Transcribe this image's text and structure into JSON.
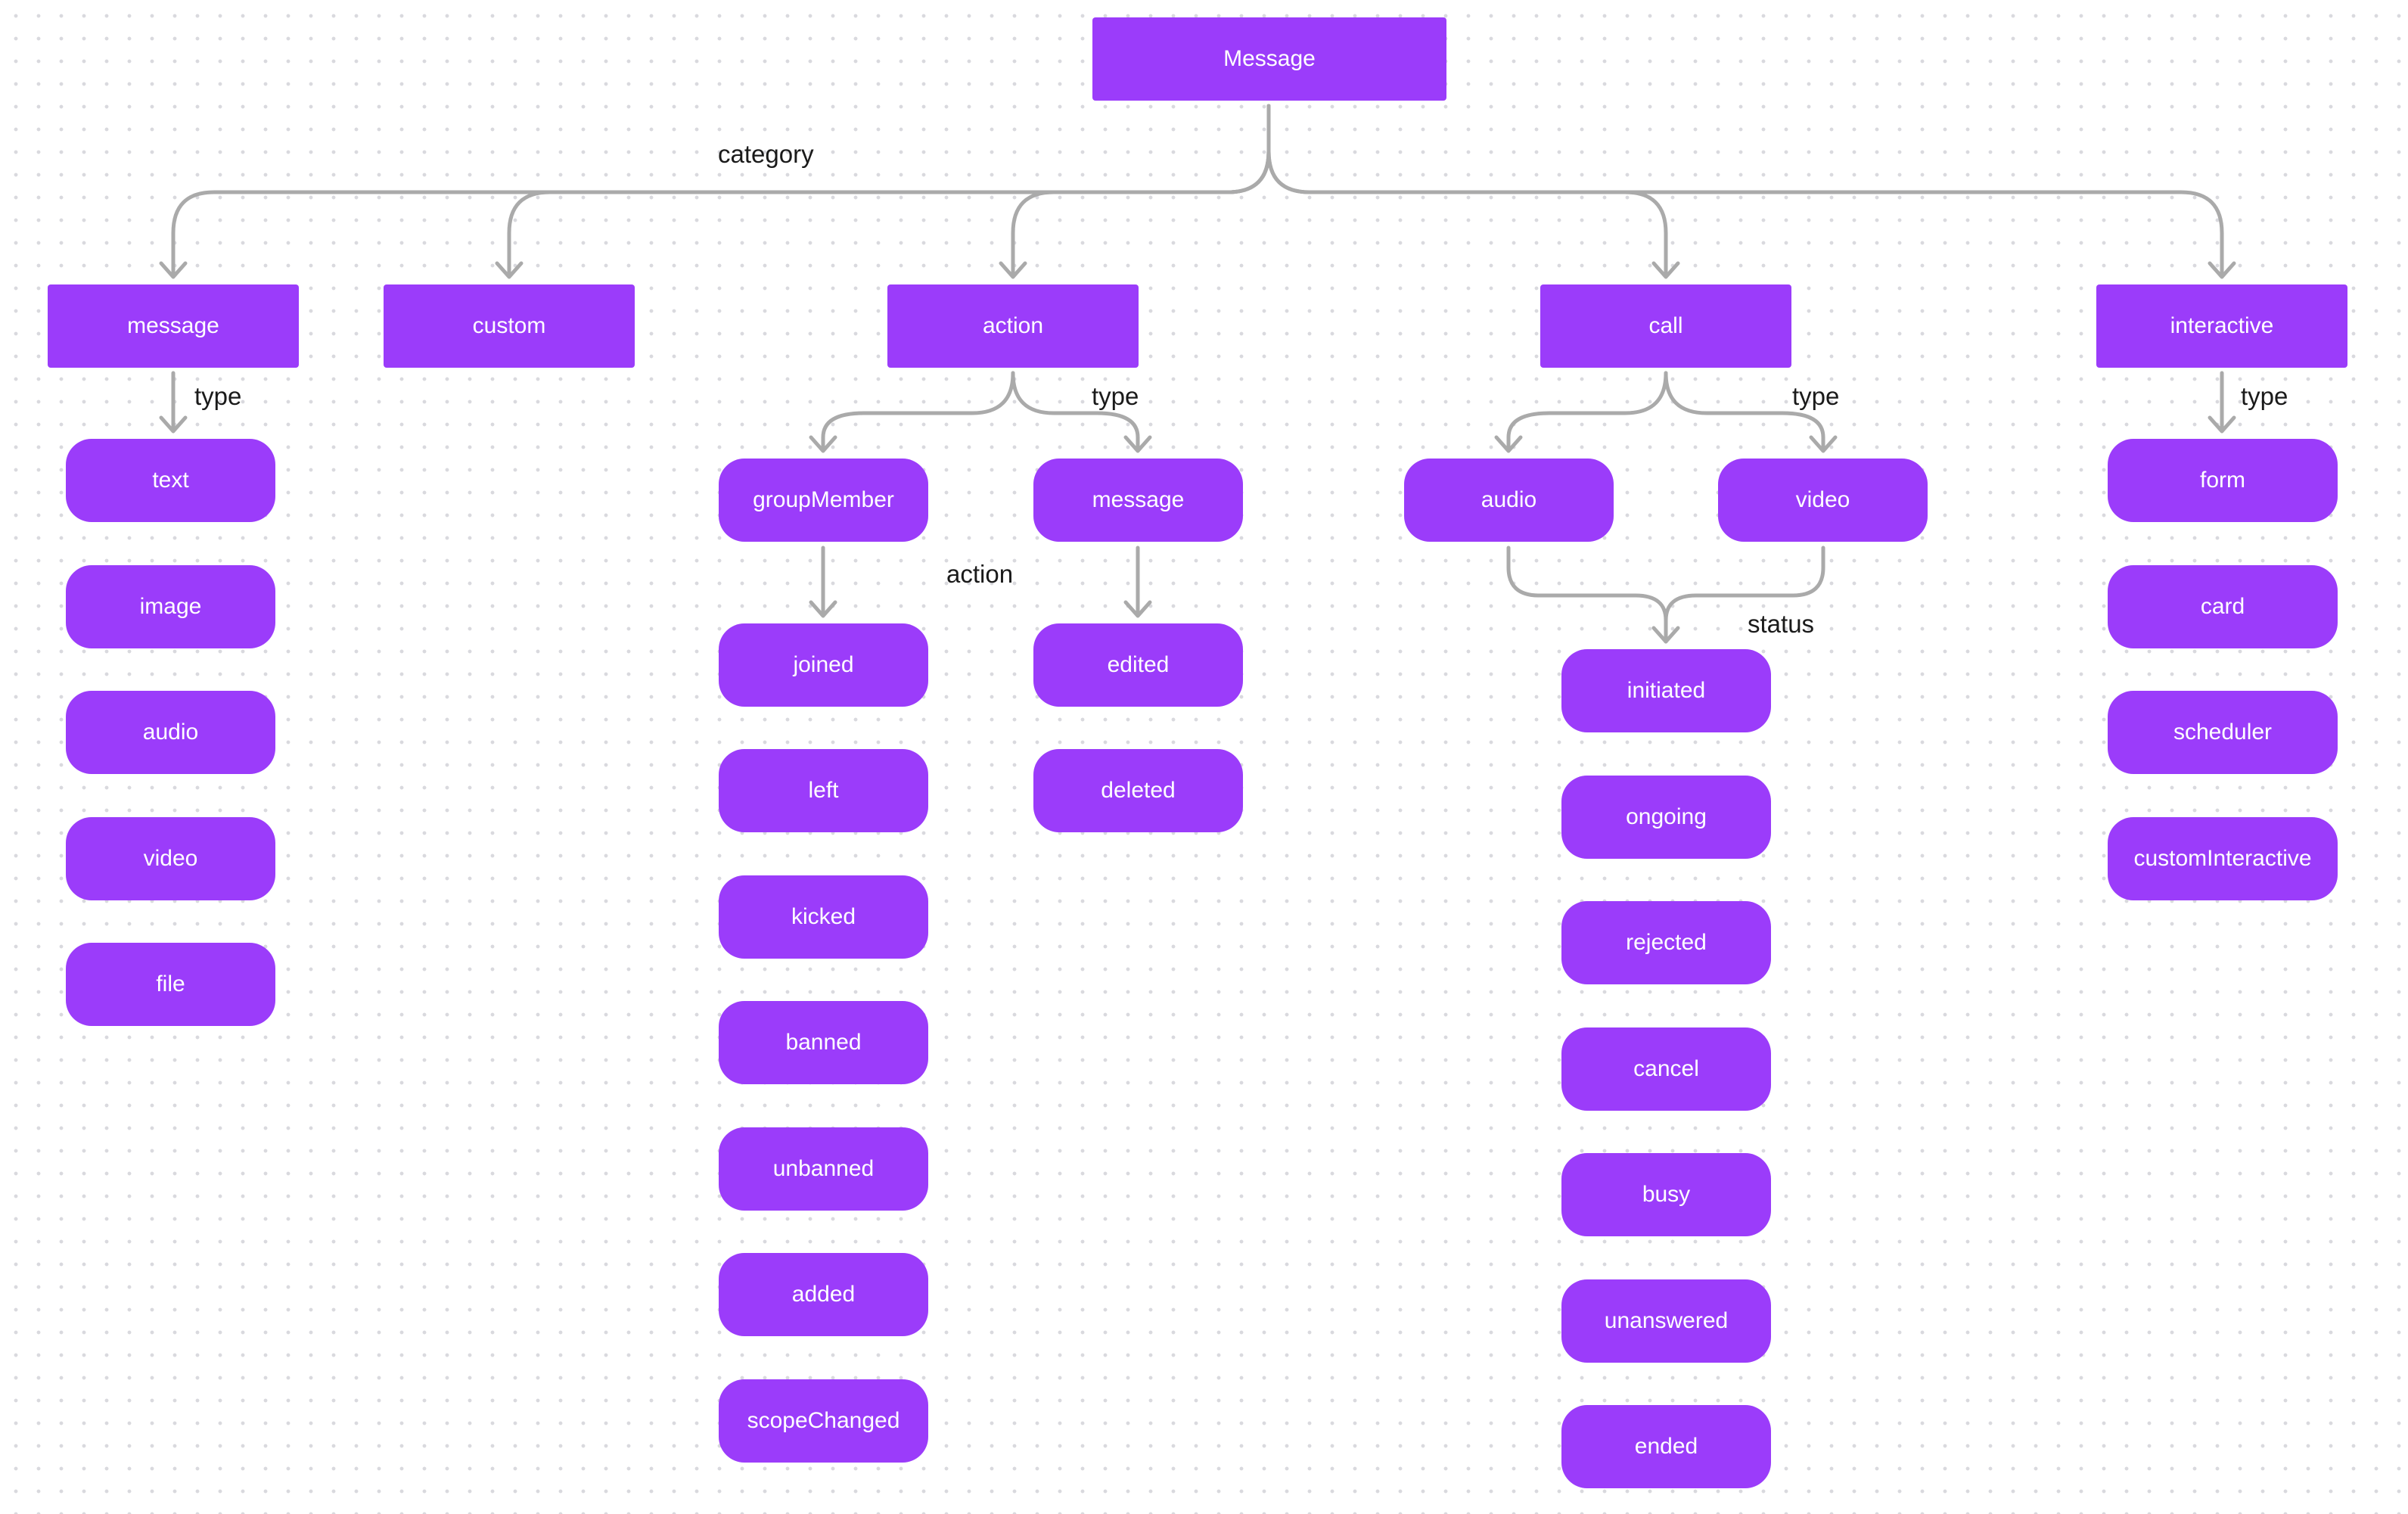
{
  "style": {
    "node_color": "#9b3cfa",
    "edge_color": "#aaaaaa",
    "label_color": "#1a1a1a",
    "text_color": "#ffffff"
  },
  "root": "Message",
  "categories": {
    "message": "message",
    "custom": "custom",
    "action": "action",
    "call": "call",
    "interactive": "interactive"
  },
  "message_types": [
    "text",
    "image",
    "audio",
    "video",
    "file"
  ],
  "action_types": {
    "groupMember": "groupMember",
    "message": "message"
  },
  "group_member_actions": [
    "joined",
    "left",
    "kicked",
    "banned",
    "unbanned",
    "added",
    "scopeChanged"
  ],
  "message_actions": [
    "edited",
    "deleted"
  ],
  "call_types": {
    "audio": "audio",
    "video": "video"
  },
  "call_statuses": [
    "initiated",
    "ongoing",
    "rejected",
    "cancel",
    "busy",
    "unanswered",
    "ended"
  ],
  "interactive_types": [
    "form",
    "card",
    "scheduler",
    "customInteractive"
  ],
  "edge_labels": {
    "category": "category",
    "message_type": "type",
    "action_type": "type",
    "action_action": "action",
    "call_type": "type",
    "call_status": "status",
    "interactive_type": "type"
  }
}
